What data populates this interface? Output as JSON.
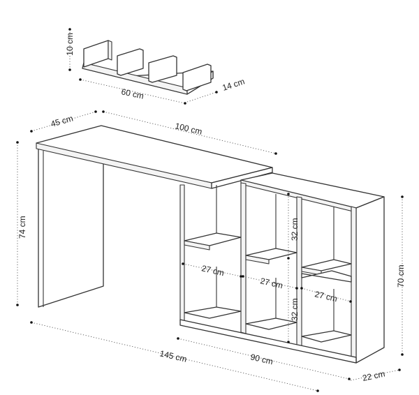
{
  "diagram": {
    "labels": {
      "shelf_height": "10 cm",
      "shelf_length": "60 cm",
      "shelf_depth": "14 cm",
      "desk_depth": "45 cm",
      "desk_top_length": "100 cm",
      "desk_height": "74 cm",
      "cabinet_height": "70 cm",
      "cabinet_depth": "22 cm",
      "total_length": "145 cm",
      "cabinet_length": "90 cm",
      "cell_width_left": "27 cm",
      "cell_width_middle": "27 cm",
      "cell_width_right": "27 cm",
      "cell_height_upper": "32 cm",
      "cell_height_lower": "32 cm"
    },
    "colors": {
      "line": "#333333",
      "panel": "#ffffff",
      "dimension": "#555555"
    }
  }
}
